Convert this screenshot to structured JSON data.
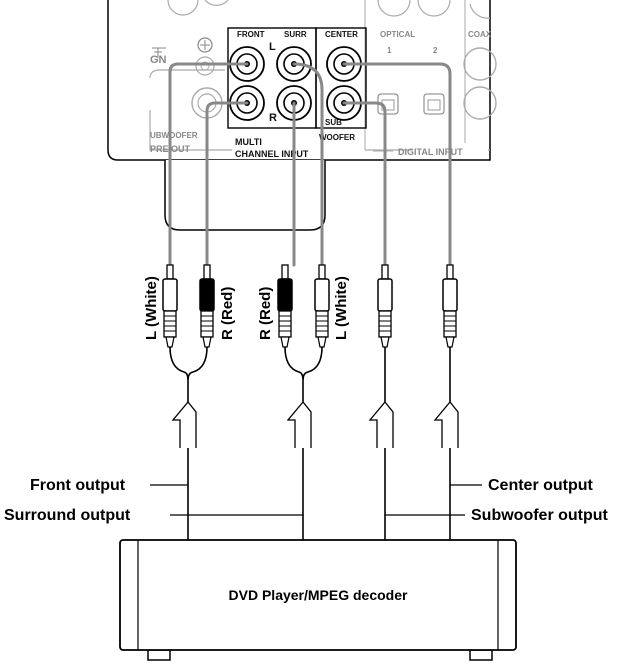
{
  "receiver": {
    "labels": {
      "front": "FRONT",
      "surr": "SURR",
      "center": "CENTER",
      "l": "L",
      "r": "R",
      "sub_woofer_line1": "SUB",
      "sub_woofer_line2": "WOOFER",
      "multi_line1": "MULTI",
      "multi_line2": "CHANNEL INPUT",
      "optical": "OPTICAL",
      "optical_1": "1",
      "optical_2": "2",
      "coax": "COAX",
      "gnd": "GN",
      "subwoofer_preout_line1": "UBWOOFER",
      "subwoofer_preout_line2": "PRE OUT",
      "digital_input": "DIGITAL INPUT"
    }
  },
  "cables": {
    "plug_labels": {
      "front_l": "L (White)",
      "front_r": "R (Red)",
      "surr_r": "R (Red)",
      "surr_l": "L (White)"
    }
  },
  "outputs": {
    "front": "Front output",
    "surround": "Surround output",
    "center": "Center output",
    "subwoofer": "Subwoofer output"
  },
  "device": {
    "label": "DVD Player/MPEG decoder"
  }
}
